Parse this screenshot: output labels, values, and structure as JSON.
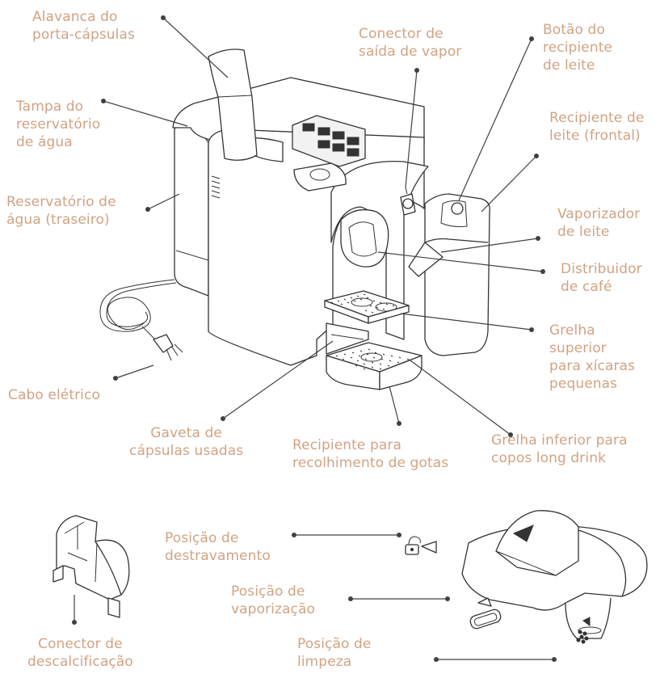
{
  "colors": {
    "label": "#d1a383",
    "line": "#404040",
    "outline": "#333333"
  },
  "labels": {
    "capsule_lever": "Alavanca do\nporta-cápsulas",
    "tank_lid": "Tampa do\nreservatório\nde água",
    "tank": "Reservatório de\nágua (traseiro)",
    "cable": "Cabo elétrico",
    "steam_connector": "Conector de\nsaída de vapor",
    "milk_button": "Botão do\nrecipiente\nde leite",
    "milk_container": "Recipiente de\nleite (frontal)",
    "milk_frother": "Vaporizador\nde leite",
    "coffee_outlet": "Distribuidor\nde café",
    "upper_grid": "Grelha\nsuperior\npara xícaras\npequenas",
    "capsule_drawer": "Gaveta de\ncápsulas usadas",
    "drip_tray": "Recipiente para\nrecolhimento de gotas",
    "lower_grid": "Grelha inferior para\ncopos long drink",
    "descaling_connector": "Conector de\ndescalcificação",
    "unlock_position": "Posição de\ndestravamento",
    "steam_position": "Posição de\nvaporização",
    "clean_position": "Posição de\nlimpeza"
  }
}
